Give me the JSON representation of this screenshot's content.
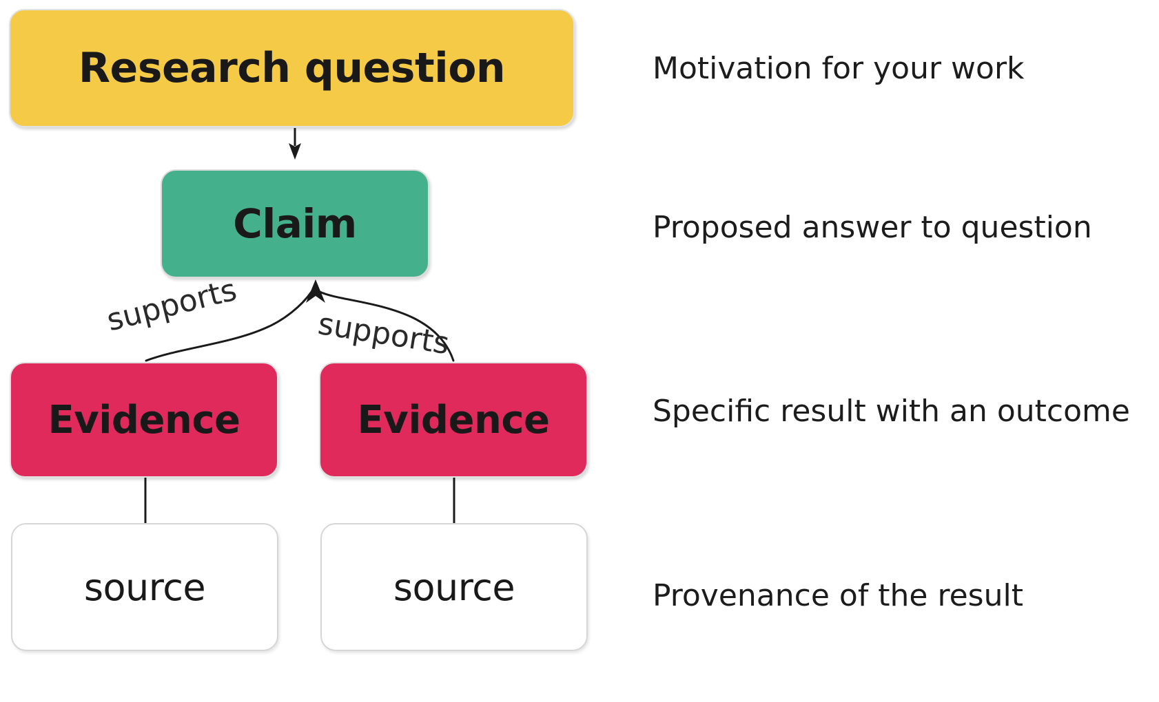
{
  "diagram": {
    "title": "Argument structure diagram",
    "background_color": "#ffffff",
    "nodes": [
      {
        "id": "research-question",
        "label": "Research question",
        "fill": "#f5ca46",
        "text_color": "#191919",
        "shape": "rounded-rectangle"
      },
      {
        "id": "claim",
        "label": "Claim",
        "fill": "#45b18c",
        "text_color": "#191919",
        "shape": "rounded-rectangle"
      },
      {
        "id": "evidence-left",
        "label": "Evidence",
        "fill": "#e02a5c",
        "text_color": "#191919",
        "shape": "rounded-rectangle"
      },
      {
        "id": "evidence-right",
        "label": "Evidence",
        "fill": "#e02a5c",
        "text_color": "#191919",
        "shape": "rounded-rectangle"
      },
      {
        "id": "source-left",
        "label": "source",
        "fill": "#ffffff",
        "text_color": "#1c1c1c",
        "shape": "rounded-rectangle"
      },
      {
        "id": "source-right",
        "label": "source",
        "fill": "#ffffff",
        "text_color": "#1c1c1c",
        "shape": "rounded-rectangle"
      }
    ],
    "edges": [
      {
        "id": "rq-to-claim",
        "from": "research-question",
        "to": "claim",
        "label": "",
        "arrow": "down"
      },
      {
        "id": "evidence-left-to-claim",
        "from": "evidence-left",
        "to": "claim",
        "label": "supports",
        "arrow": "up"
      },
      {
        "id": "evidence-right-to-claim",
        "from": "evidence-right",
        "to": "claim",
        "label": "supports",
        "arrow": "up"
      },
      {
        "id": "source-left-to-evidence-left",
        "from": "source-left",
        "to": "evidence-left",
        "label": "",
        "arrow": "none"
      },
      {
        "id": "source-right-to-evidence-right",
        "from": "source-right",
        "to": "evidence-right",
        "label": "",
        "arrow": "none"
      }
    ],
    "edge_labels": {
      "left_supports": "supports",
      "right_supports": "supports"
    },
    "descriptions": [
      {
        "for": "research-question",
        "text": "Motivation for your work"
      },
      {
        "for": "claim",
        "text": "Proposed answer to question"
      },
      {
        "for": "evidence",
        "text": "Specific result with an outcome"
      },
      {
        "for": "source",
        "text": "Provenance of the result"
      }
    ]
  }
}
